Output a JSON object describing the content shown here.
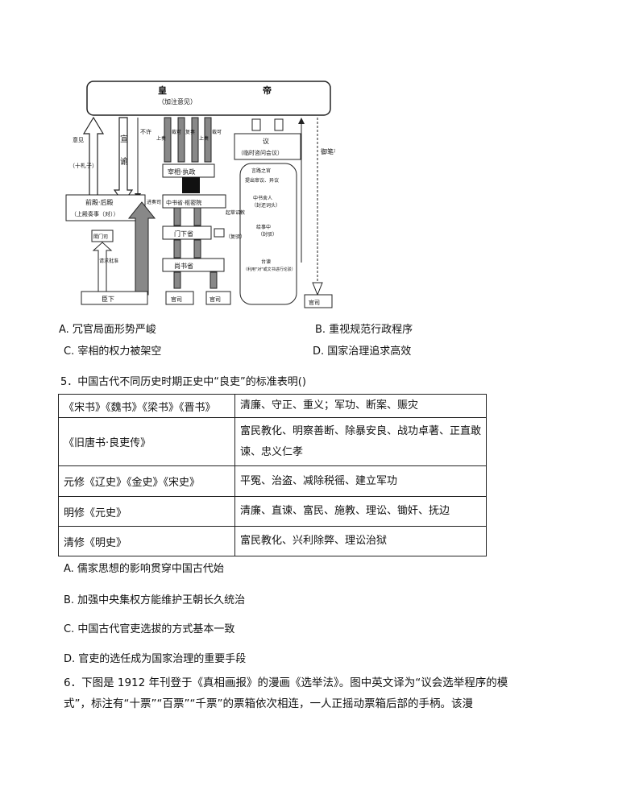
{
  "diagram": {
    "emperor_a": "皇",
    "emperor_b": "帝",
    "annotate": "（加注意见）",
    "advice": "意见",
    "ten_zazi": "（十札子）",
    "xuan": "宣",
    "yu": "谕",
    "buxu": "不许",
    "shangzou_1": "上奏",
    "caike_1": "裁可",
    "fuzou": "复奏",
    "shangzou_2": "上奏",
    "caike_2": "裁可",
    "yi": "议",
    "linshi": "（临时咨问会议）",
    "yubi": "御笔手诏",
    "zaixiang": "宰相·执政",
    "yanlu": "言路之官",
    "tichu": "提出审议、异议",
    "qiandian": "前殿·后殿",
    "shangdian": "（上殿奏事（对））",
    "jinzousi": "进奏司",
    "zhongshu_shumi": "中书省·枢密院",
    "zhongshu_sheren": "中书舍人",
    "fenghuan": "（封还词头）",
    "qicao": "起草诏敕",
    "menxia": "门下省",
    "fubo": "（复驳）",
    "jishizhong": "给事中",
    "fengbo": "（封驳）",
    "shangshu": "尚书省",
    "taijian": "台谏",
    "taijian_note": "（利用\"对\"或文书进行论驳）",
    "hemensi": "閤门司",
    "qingqiu": "请求批准",
    "guansi_1": "官司",
    "guansi_2": "官司",
    "guansi_3": "官司",
    "chenxia": "臣下"
  },
  "q4_options": {
    "a": "A. 冗官局面形势严峻",
    "b": "B. 重视规范行政程序",
    "c": "C. 宰相的权力被架空",
    "d": "D. 国家治理追求高效"
  },
  "q5": {
    "stem": "5．中国古代不同历史时期正史中“良吏”的标准表明()",
    "rows": [
      {
        "book": "《宋书》《魏书》《梁书》《晋书》",
        "standard": "清廉、守正、重义；军功、断案、赈灾"
      },
      {
        "book": "《旧唐书·良吏传》",
        "standard": "富民教化、明察善断、除暴安良、战功卓著、正直敢谏、忠义仁孝"
      },
      {
        "book": "元修《辽史》《金史》《宋史》",
        "standard": "平冤、治盗、减除税徭、建立军功"
      },
      {
        "book": "明修《元史》",
        "standard": "清廉、直谏、富民、施教、理讼、锄奸、抚边"
      },
      {
        "book": "清修《明史》",
        "standard": "富民教化、兴利除弊、理讼治狱"
      }
    ],
    "options": {
      "a": "A. 儒家思想的影响贯穿中国古代始",
      "b": "B. 加强中央集权方能维护王朝长久统治",
      "c": "C. 中国古代官吏选拔的方式基本一致",
      "d": "D. 官吏的选任成为国家治理的重要手段"
    }
  },
  "q6": {
    "line1": "6．下图是 1912 年刊登于《真相画报》的漫画《选举法》。图中英文译为“议会选举程序的模",
    "line2": "式”，标注有“十票”“百票”“千票”的票箱依次相连，一人正摇动票箱后部的手柄。该漫"
  }
}
